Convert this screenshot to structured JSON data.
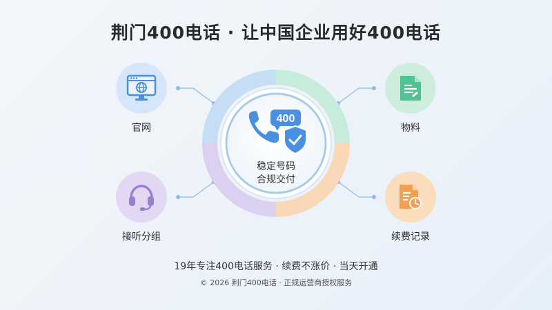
{
  "title": "荆门400电话 · 让中国企业用好400电话",
  "center": {
    "badge": "400",
    "line1": "稳定号码",
    "line2": "合规交付"
  },
  "features": {
    "website": "官网",
    "materials": "物料",
    "call_routing": "接听分组",
    "renewal": "续费记录"
  },
  "footer": {
    "tagline": "19年专注400电话服务 · 续费不涨价 · 当天开通",
    "copyright": "© 2026 荆门400电话 · 正规运营商授权服务"
  },
  "colors": {
    "blue": "#5b9fe6",
    "green": "#4fc391",
    "purple": "#9a7fd1",
    "orange": "#f0a154"
  }
}
